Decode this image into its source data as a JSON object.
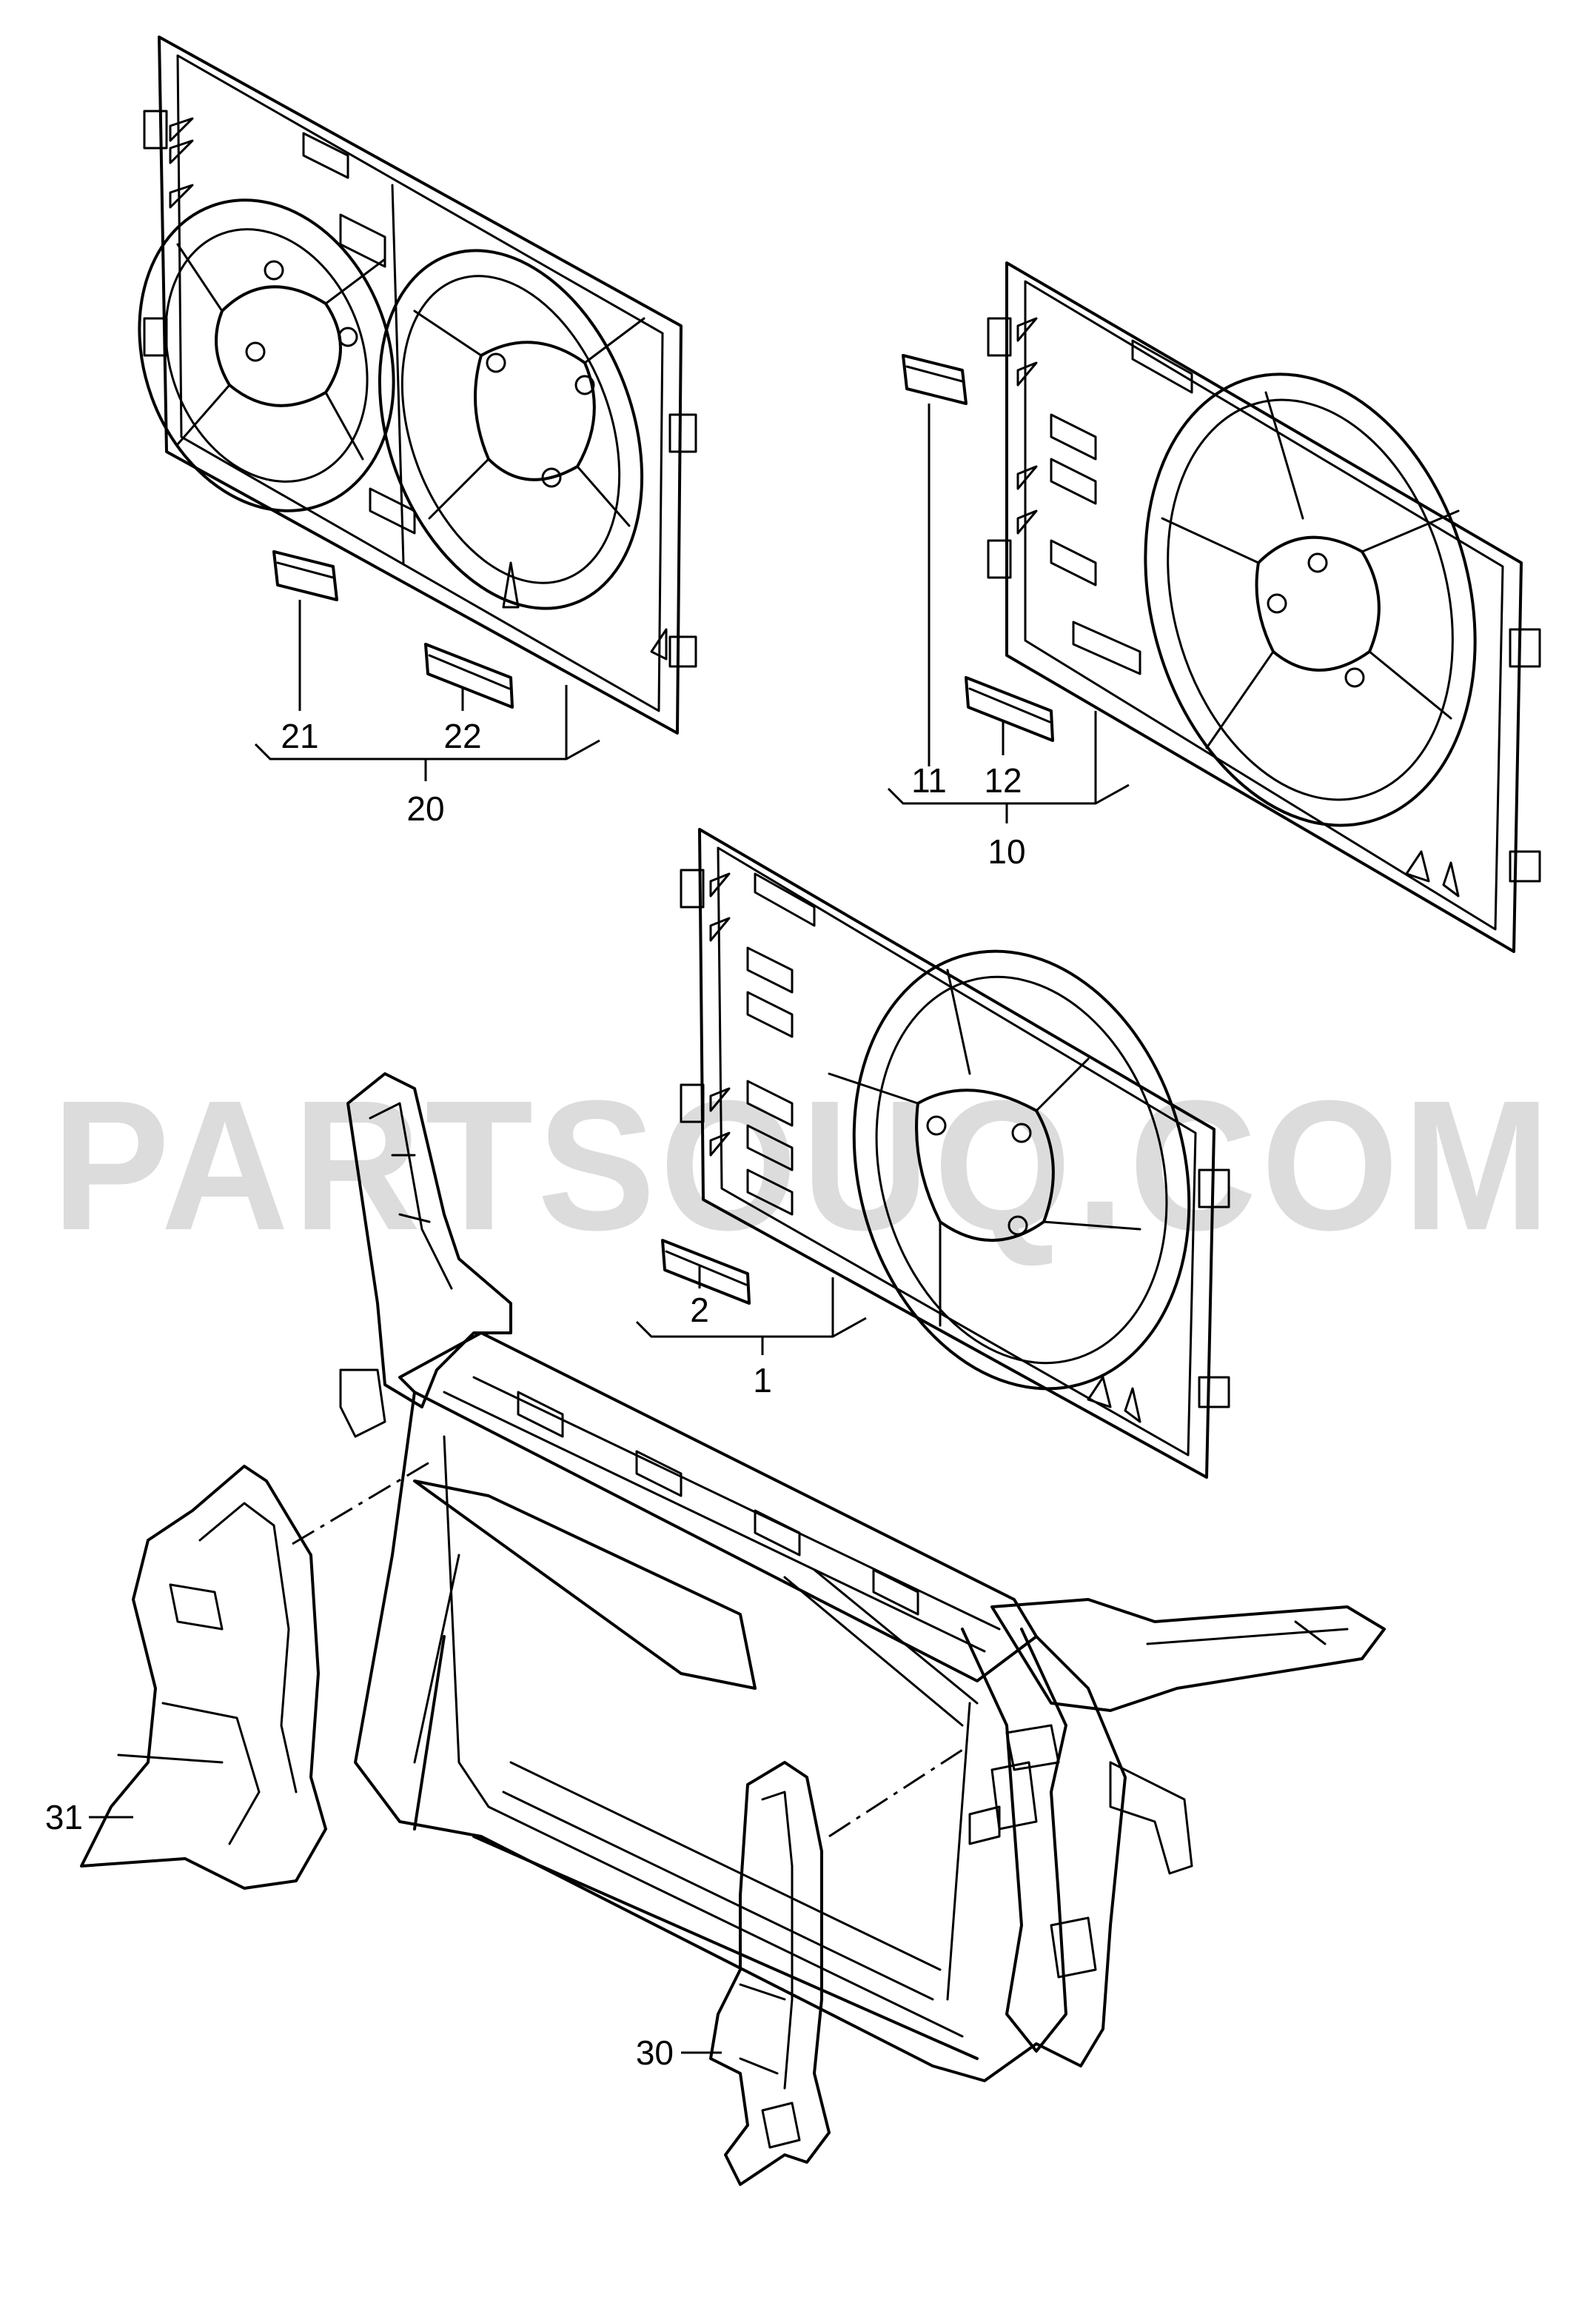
{
  "watermark": {
    "text": "PARTSOUQ.COM",
    "color": "#dcdcdc"
  },
  "callouts": {
    "c1": "1",
    "c2": "2",
    "c10": "10",
    "c11": "11",
    "c12": "12",
    "c20": "20",
    "c21": "21",
    "c22": "22",
    "c30": "30",
    "c31": "31"
  }
}
